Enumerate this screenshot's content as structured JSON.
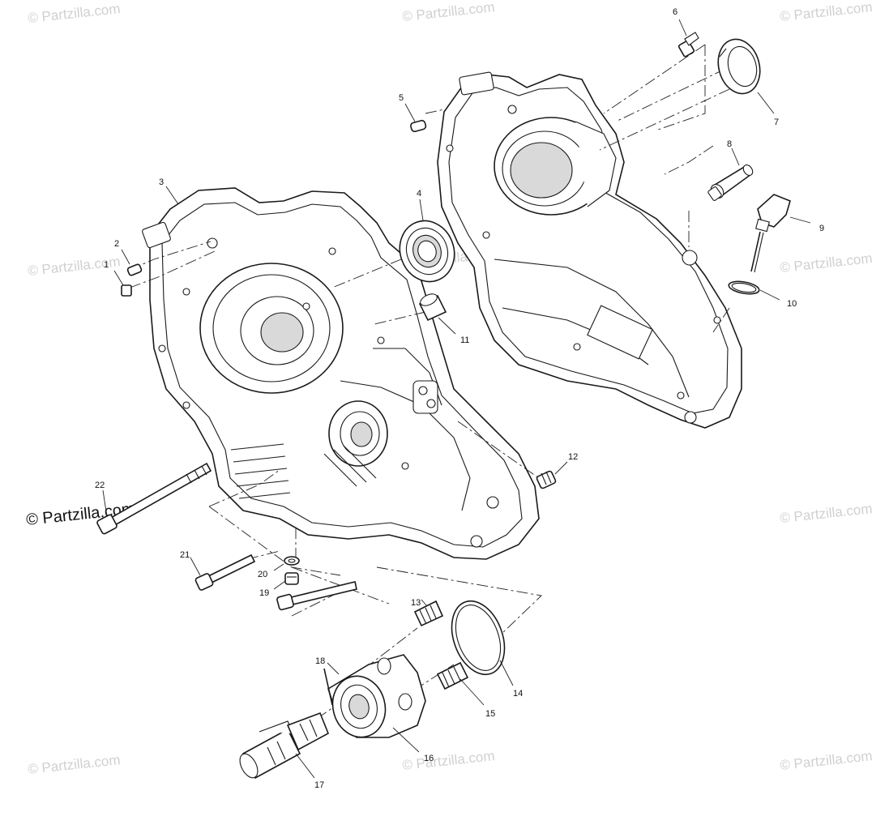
{
  "watermark": {
    "text": "© Partzilla.com",
    "color_light": "#d0d0d0",
    "color_strong": "#111111"
  },
  "callouts": [
    "1",
    "2",
    "3",
    "4",
    "5",
    "6",
    "7",
    "8",
    "9",
    "10",
    "11",
    "12",
    "13",
    "14",
    "15",
    "16",
    "17",
    "18",
    "19",
    "20",
    "21",
    "22"
  ]
}
